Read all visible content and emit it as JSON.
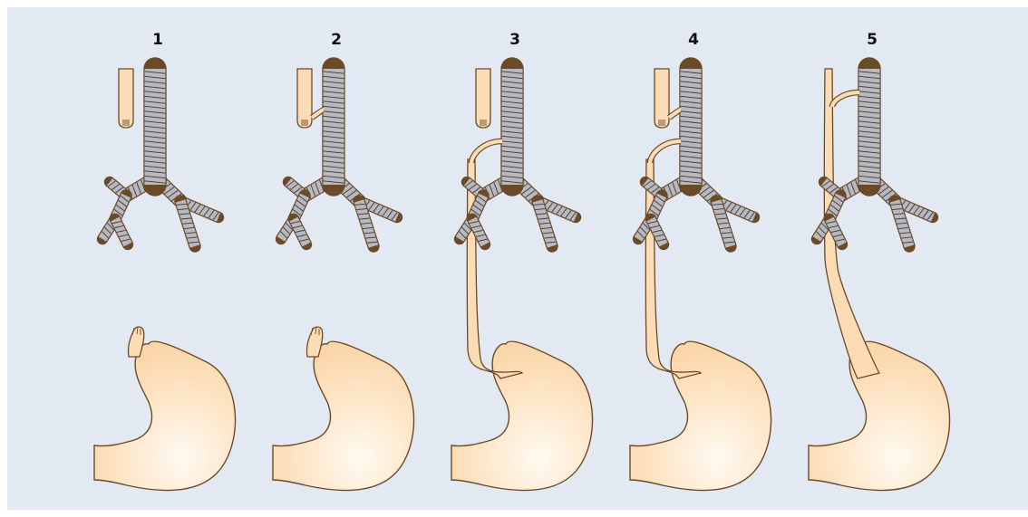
{
  "panels": [
    {
      "label": "1",
      "variant": "proximal-pouch-distal-pouch-no-fistula"
    },
    {
      "label": "2",
      "variant": "proximal-fistula-distal-pouch"
    },
    {
      "label": "3",
      "variant": "proximal-pouch-distal-fistula"
    },
    {
      "label": "4",
      "variant": "proximal-and-distal-fistula"
    },
    {
      "label": "5",
      "variant": "h-type-fistula-continuous-esophagus"
    }
  ],
  "colors": {
    "background": "#e3e9f3",
    "esophagus_fill": "#fcdcb4",
    "organ_outline": "#6b4a28",
    "trachea_fill": "#b9b9bd",
    "trachea_rings": "#3a3a3e",
    "label_text": "#111111"
  }
}
